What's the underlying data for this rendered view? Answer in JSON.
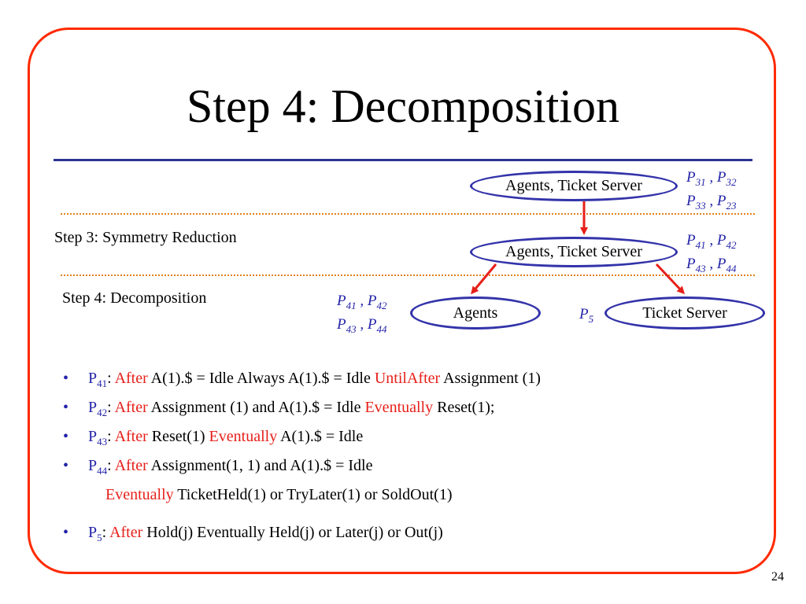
{
  "title": "Step 4: Decomposition",
  "diagram": {
    "top_node": "Agents, Ticket Server",
    "middle_node": "Agents, Ticket Server",
    "left_node": "Agents",
    "right_node": "Ticket Server",
    "step3_label": "Step 3: Symmetry Reduction",
    "step4_label": "Step 4: Decomposition",
    "top_props": {
      "line1": [
        {
          "p": "P",
          "s": "31"
        },
        {
          "p": "P",
          "s": "32"
        }
      ],
      "line2": [
        {
          "p": "P",
          "s": "33"
        },
        {
          "p": "P",
          "s": "23"
        }
      ]
    },
    "middle_props": {
      "line1": [
        {
          "p": "P",
          "s": "41"
        },
        {
          "p": "P",
          "s": "42"
        }
      ],
      "line2": [
        {
          "p": "P",
          "s": "43"
        },
        {
          "p": "P",
          "s": "44"
        }
      ]
    },
    "left_props": {
      "line1": [
        {
          "p": "P",
          "s": "41"
        },
        {
          "p": "P",
          "s": "42"
        }
      ],
      "line2": [
        {
          "p": "P",
          "s": "43"
        },
        {
          "p": "P",
          "s": "44"
        }
      ]
    },
    "right_prop": {
      "p": "P",
      "s": "5"
    }
  },
  "bullets": [
    {
      "sub": "41",
      "segments": [
        {
          "t": "After",
          "red": true
        },
        {
          "t": " A(1).$ = Idle Always A(1).$ = Idle ",
          "red": false
        },
        {
          "t": "UntilAfter",
          "red": true
        },
        {
          "t": " Assignment (1)",
          "red": false
        }
      ]
    },
    {
      "sub": "42",
      "segments": [
        {
          "t": "After",
          "red": true
        },
        {
          "t": " Assignment (1) and A(1).$ = Idle ",
          "red": false
        },
        {
          "t": "Eventually",
          "red": true
        },
        {
          "t": " Reset(1);",
          "red": false
        }
      ]
    },
    {
      "sub": "43",
      "segments": [
        {
          "t": "After",
          "red": true
        },
        {
          "t": " Reset(1) ",
          "red": false
        },
        {
          "t": "Eventually",
          "red": true
        },
        {
          "t": " A(1).$ = Idle",
          "red": false
        }
      ]
    },
    {
      "sub": "44",
      "segments": [
        {
          "t": "After",
          "red": true
        },
        {
          "t": " Assignment(1, 1) and A(1).$ = Idle",
          "red": false
        }
      ],
      "continuation": [
        {
          "t": "Eventually",
          "red": true
        },
        {
          "t": " TicketHeld(1) or TryLater(1) or SoldOut(1)",
          "red": false
        }
      ]
    },
    {
      "sub": "5",
      "segments": [
        {
          "t": "After",
          "red": true
        },
        {
          "t": " Hold(j) Eventually Held(j) or Later(j) or Out(j)",
          "red": false
        }
      ],
      "gap_before": true
    }
  ],
  "bullet_glyph": "•",
  "bullet_prefix": "P",
  "page_number": "24",
  "colors": {
    "frame": "#ff2a00",
    "rule": "#2e3192",
    "blue": "#2323a8",
    "red": "#e6201a",
    "arrow": "#e6201a",
    "dotted": "#e0801f"
  }
}
